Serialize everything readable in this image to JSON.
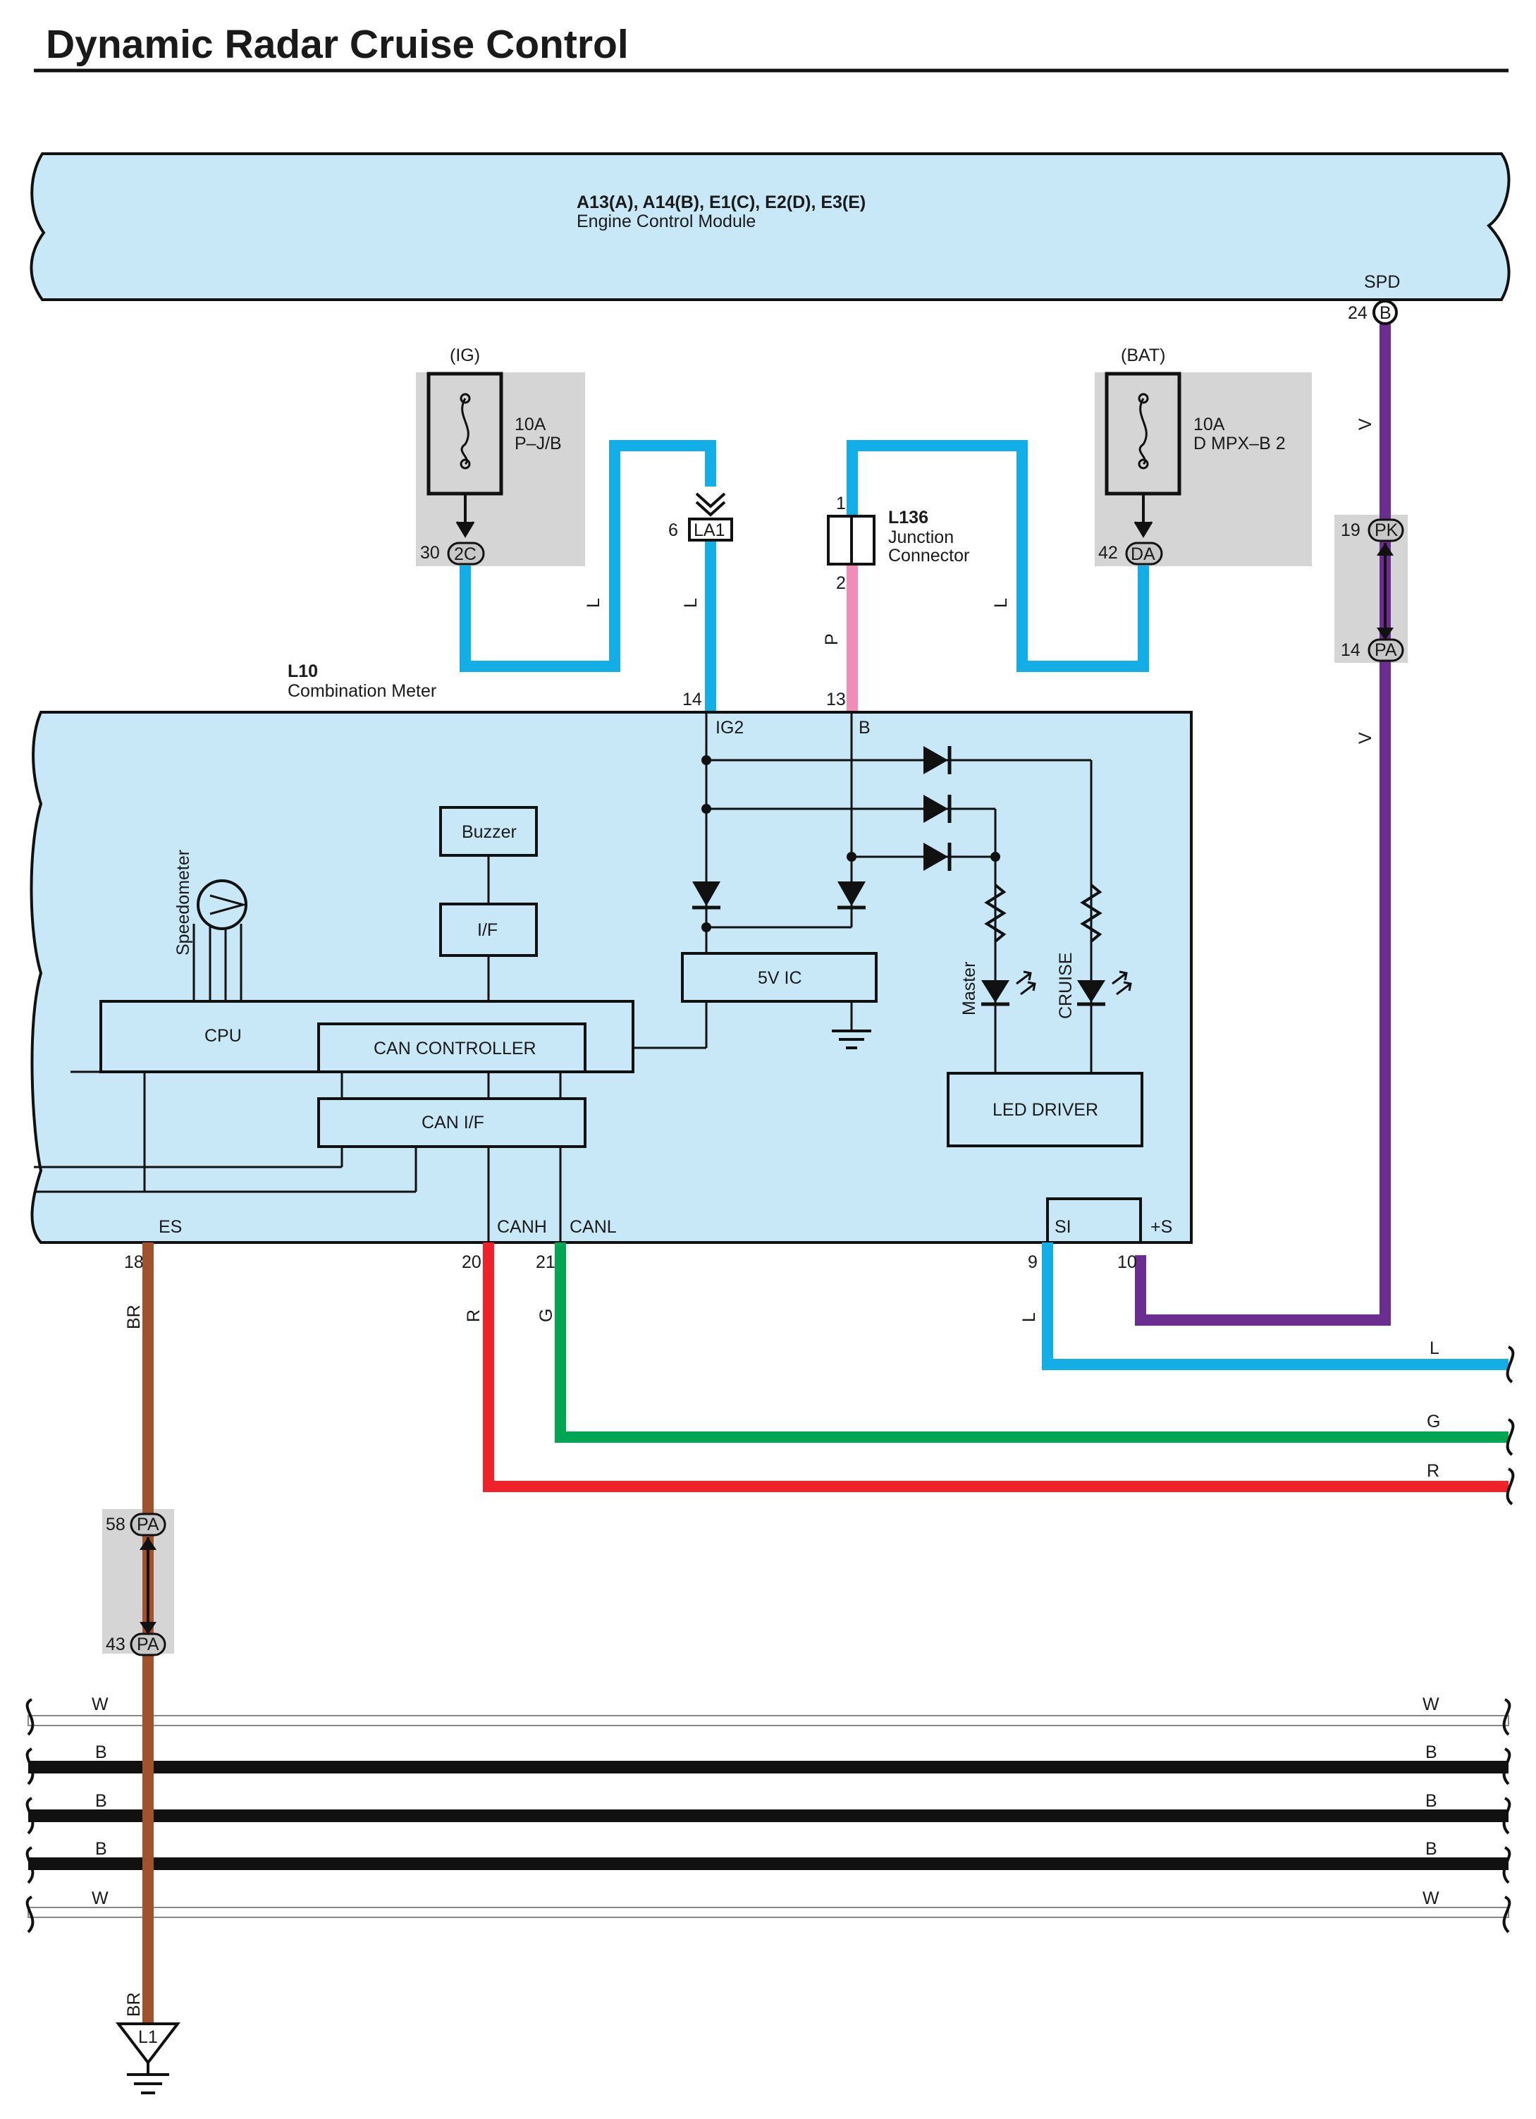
{
  "title": "Dynamic Radar Cruise Control",
  "colors": {
    "module_fill": "#c8e8f8",
    "gray_box": "#d5d5d5",
    "wire_L": "#13aee8",
    "wire_V": "#6c2d90",
    "wire_P": "#f08cb7",
    "wire_BR": "#a0522d",
    "wire_R": "#ee2228",
    "wire_G": "#00a651",
    "wire_B": "#111111",
    "wire_W": "#ffffff"
  },
  "ecm": {
    "codes": "A13(A), A14(B), E1(C), E2(D), E3(E)",
    "name": "Engine Control Module",
    "spd_label": "SPD",
    "spd_pin": "24",
    "spd_conn": "B"
  },
  "fuse_ig": {
    "supply": "(IG)",
    "rating": "10A",
    "name": "P–J/B",
    "pin": "30",
    "conn": "2C"
  },
  "fuse_bat": {
    "supply": "(BAT)",
    "rating": "10A",
    "name": "D MPX–B 2",
    "pin": "42",
    "conn": "DA"
  },
  "la1": {
    "pin": "6",
    "conn": "LA1"
  },
  "junction": {
    "id": "L136",
    "name1": "Junction",
    "name2": "Connector",
    "pin_top": "1",
    "pin_bottom": "2"
  },
  "pk_pa": {
    "pin_top": "19",
    "conn_top": "PK",
    "pin_bottom": "14",
    "conn_bottom": "PA"
  },
  "meter": {
    "id": "L10",
    "name": "Combination Meter",
    "pin_ig2": "14",
    "label_ig2": "IG2",
    "pin_b": "13",
    "label_b": "B",
    "buzzer": "Buzzer",
    "interface": "I/F",
    "speedometer": "Speedometer",
    "cpu": "CPU",
    "can_controller": "CAN CONTROLLER",
    "can_if": "CAN I/F",
    "five_v_ic": "5V IC",
    "master": "Master",
    "cruise": "CRUISE",
    "led_driver": "LED DRIVER",
    "es": "ES",
    "canh": "CANH",
    "canl": "CANL",
    "si": "SI",
    "plus_s": "+S",
    "pin_es": "18",
    "pin_canh": "20",
    "pin_canl": "21",
    "pin_si": "9",
    "pin_plus_s": "10"
  },
  "wire_labels": {
    "L": "L",
    "V": "V",
    "P": "P",
    "BR": "BR",
    "R": "R",
    "G": "G",
    "B": "B",
    "W": "W"
  },
  "pa_lower": {
    "pin_top": "58",
    "conn_top": "PA",
    "pin_bottom": "43",
    "conn_bottom": "PA"
  },
  "ground": {
    "id": "L1"
  }
}
